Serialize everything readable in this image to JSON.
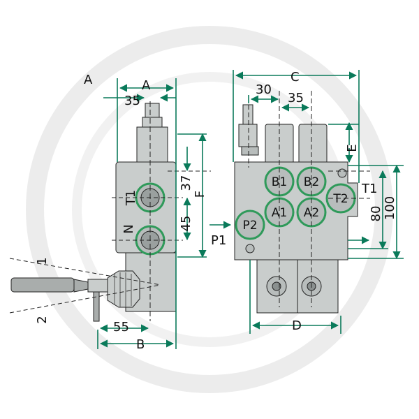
{
  "colors": {
    "dimension": "#0a7a5a",
    "body_fill": "#c9cdcc",
    "body_stroke": "#222222",
    "port_ring": "#2f9a5a",
    "watermark": "#ececec",
    "lever": "#a9adac"
  },
  "side_view": {
    "view_label": "A",
    "dim_a": "A",
    "dim_35": "35",
    "dim_37": "37",
    "dim_45": "45",
    "dim_f": "F",
    "dim_55": "55",
    "dim_b": "B",
    "port_t1": "T1",
    "port_n": "N",
    "lever_pos_1": "1",
    "lever_pos_2": "2"
  },
  "front_view": {
    "dim_c": "C",
    "dim_30": "30",
    "dim_35": "35",
    "dim_e": "E",
    "dim_80": "80",
    "dim_100": "100",
    "dim_d": "D",
    "label_t1": "T1",
    "label_p1": "P1",
    "ports": [
      "B1",
      "B2",
      "A1",
      "A2",
      "P2",
      "T2"
    ]
  }
}
